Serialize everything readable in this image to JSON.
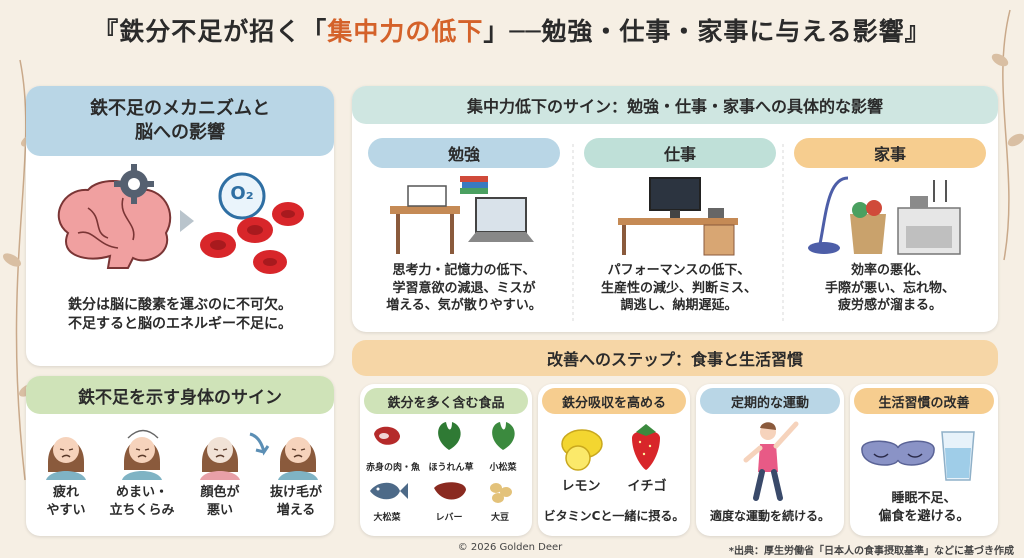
{
  "title": {
    "prefix": "『鉄分不足が招く「",
    "highlight": "集中力の低下",
    "suffix": "」──勉強・仕事・家事に与える影響』"
  },
  "mechanism": {
    "heading_line1": "鉄不足のメカニズムと",
    "heading_line2": "脳への影響",
    "o2_label": "O₂",
    "desc_line1": "鉄分は脳に酸素を運ぶのに不可欠。",
    "desc_line2": "不足すると脳のエネルギー不足に。"
  },
  "body_signs": {
    "heading": "鉄不足を示す身体のサイン",
    "items": [
      {
        "line1": "疲れ",
        "line2": "やすい"
      },
      {
        "line1": "めまい・",
        "line2": "立ちくらみ"
      },
      {
        "line1": "顔色が",
        "line2": "悪い"
      },
      {
        "line1": "抜け毛が",
        "line2": "増える"
      }
    ]
  },
  "signs": {
    "heading": "集中力低下のサイン：勉強・仕事・家事への具体的な影響",
    "study": {
      "label": "勉強",
      "line1": "思考力・記憶力の低下、",
      "line2": "学習意欲の減退、ミスが",
      "line3": "増える、気が散りやすい。"
    },
    "work": {
      "label": "仕事",
      "line1": "パフォーマンスの低下、",
      "line2": "生産性の減少、判断ミス、",
      "line3": "調逃し、納期遅延。"
    },
    "housework": {
      "label": "家事",
      "line1": "効率の悪化、",
      "line2": "手際が悪い、忘れ物、",
      "line3": "疲労感が溜まる。"
    }
  },
  "steps": {
    "heading": "改善へのステップ：食事と生活習慣",
    "foods": {
      "label": "鉄分を多く含む食品",
      "items": [
        "赤身の肉・魚",
        "ほうれん草",
        "小松菜",
        "大松菜",
        "レバー",
        "大豆"
      ]
    },
    "absorption": {
      "label": "鉄分吸収を高める",
      "lemon": "レモン",
      "strawberry": "イチゴ",
      "note": "ビタミンCと一緒に摂る。"
    },
    "exercise": {
      "label": "定期的な運動",
      "note": "適度な運動を続ける。"
    },
    "habits": {
      "label": "生活習慣の改善",
      "line1": "睡眠不足、",
      "line2": "偏食を避ける。"
    }
  },
  "footer": {
    "copyright": "© 2026 Golden Deer",
    "source": "*出典：厚生労働省「日本人の食事摂取基準」などに基づき作成"
  },
  "colors": {
    "accent": "#d4622a",
    "blue_pill": "#b9d6e6",
    "teal_pill": "#bfe0d8",
    "orange_pill": "#f6cd8f",
    "green_pill": "#cfe3b8",
    "band_orange": "#f6d6a6"
  }
}
